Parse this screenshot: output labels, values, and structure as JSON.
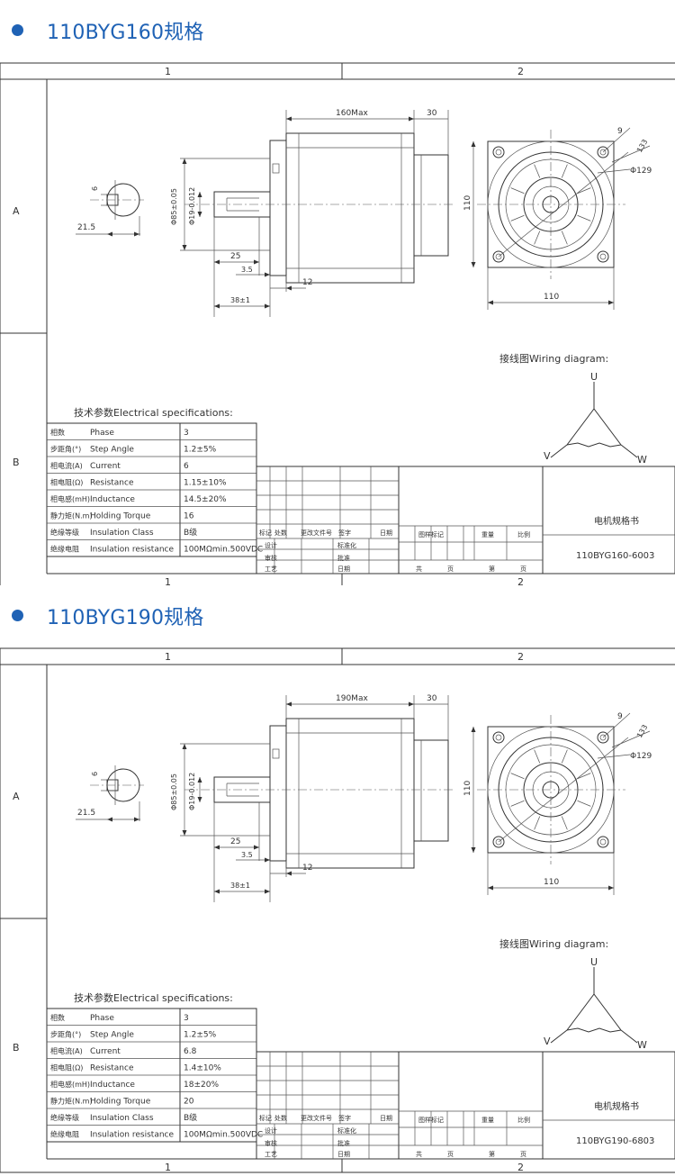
{
  "drawings": [
    {
      "title": "110BYG160规格",
      "zone_col_1": "1",
      "zone_col_2": "2",
      "zone_row_a": "A",
      "zone_row_b": "B",
      "dim_length": "160Max",
      "dim_30": "30",
      "dim_keyway_6": "6",
      "dim_215": "21.5",
      "dim_flange": "Φ85±0.05",
      "dim_shaft": "Φ19-0.012",
      "dim_25": "25",
      "dim_35": "3.5",
      "dim_12": "12",
      "dim_38": "38±1",
      "dim_height_110": "110",
      "dim_width_110": "110",
      "dim_hole_9": "9",
      "dim_133": "133",
      "dim_pcd_129": "Φ129",
      "wiring_title": "接线图Wiring diagram:",
      "wiring_u": "U",
      "wiring_v": "V",
      "wiring_w": "W",
      "spec_title": "技术参数Electrical specifications:",
      "specs": [
        {
          "cn": "相数",
          "en": "Phase",
          "value": "3"
        },
        {
          "cn": "步距角(°)",
          "en": "Step Angle",
          "value": "1.2±5%"
        },
        {
          "cn": "相电流(A)",
          "en": "Current",
          "value": "6"
        },
        {
          "cn": "相电阻(Ω)",
          "en": "Resistance",
          "value": "1.15±10%"
        },
        {
          "cn": "相电感(mH)",
          "en": "Inductance",
          "value": "14.5±20%"
        },
        {
          "cn": "静力矩(N.m)",
          "en": "Holding Torque",
          "value": "16"
        },
        {
          "cn": "绝缘等级",
          "en": "Insulation Class",
          "value": "B级"
        },
        {
          "cn": "绝缘电阻",
          "en": "Insulation resistance",
          "value": "100MΩmin.500VDC"
        }
      ],
      "tb_row1": [
        "标记",
        "处数",
        "更改文件号",
        "签字",
        "日期"
      ],
      "tb_design": "设计",
      "tb_std": "标准化",
      "tb_check": "审核",
      "tb_approve": "批准",
      "tb_process": "工艺",
      "tb_date": "日期",
      "tb_mark": "图样标记",
      "tb_weight": "重量",
      "tb_scale": "比例",
      "tb_total": "共",
      "tb_page1": "页",
      "tb_sheet": "第",
      "tb_page2": "页",
      "tb_name": "电机规格书",
      "tb_code": "110BYG160-6003"
    },
    {
      "title": "110BYG190规格",
      "zone_col_1": "1",
      "zone_col_2": "2",
      "zone_row_a": "A",
      "zone_row_b": "B",
      "dim_length": "190Max",
      "dim_30": "30",
      "dim_keyway_6": "6",
      "dim_215": "21.5",
      "dim_flange": "Φ85±0.05",
      "dim_shaft": "Φ19-0.012",
      "dim_25": "25",
      "dim_35": "3.5",
      "dim_12": "12",
      "dim_38": "38±1",
      "dim_height_110": "110",
      "dim_width_110": "110",
      "dim_hole_9": "9",
      "dim_133": "133",
      "dim_pcd_129": "Φ129",
      "wiring_title": "接线图Wiring diagram:",
      "wiring_u": "U",
      "wiring_v": "V",
      "wiring_w": "W",
      "spec_title": "技术参数Electrical specifications:",
      "specs": [
        {
          "cn": "相数",
          "en": "Phase",
          "value": "3"
        },
        {
          "cn": "步距角(°)",
          "en": "Step Angle",
          "value": "1.2±5%"
        },
        {
          "cn": "相电流(A)",
          "en": "Current",
          "value": "6.8"
        },
        {
          "cn": "相电阻(Ω)",
          "en": "Resistance",
          "value": "1.4±10%"
        },
        {
          "cn": "相电感(mH)",
          "en": "Inductance",
          "value": "18±20%"
        },
        {
          "cn": "静力矩(N.m)",
          "en": "Holding Torque",
          "value": "20"
        },
        {
          "cn": "绝缘等级",
          "en": "Insulation Class",
          "value": "B级"
        },
        {
          "cn": "绝缘电阻",
          "en": "Insulation resistance",
          "value": "100MΩmin.500VDC"
        }
      ],
      "tb_row1": [
        "标记",
        "处数",
        "更改文件号",
        "签字",
        "日期"
      ],
      "tb_design": "设计",
      "tb_std": "标准化",
      "tb_check": "审核",
      "tb_approve": "批准",
      "tb_process": "工艺",
      "tb_date": "日期",
      "tb_mark": "图样标记",
      "tb_weight": "重量",
      "tb_scale": "比例",
      "tb_total": "共",
      "tb_page1": "页",
      "tb_sheet": "第",
      "tb_page2": "页",
      "tb_name": "电机规格书",
      "tb_code": "110BYG190-6803"
    }
  ]
}
